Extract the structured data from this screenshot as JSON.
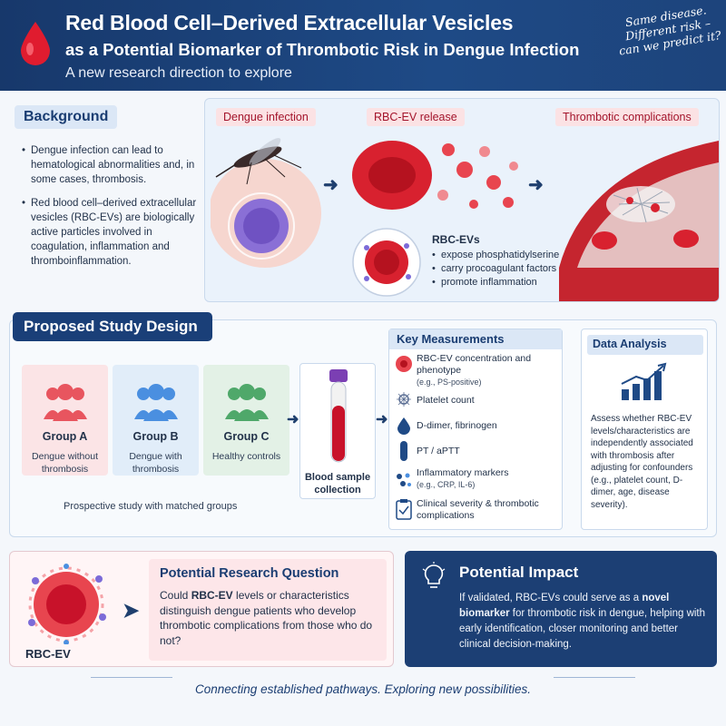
{
  "header": {
    "title_line1": "Red Blood Cell–Derived Extracellular Vesicles",
    "title_line2": "as a Potential Biomarker of Thrombotic Risk in Dengue Infection",
    "subtitle": "A new research direction to explore",
    "tagline": "Same disease. Different risk – can we predict it?"
  },
  "background": {
    "heading": "Background",
    "bullets": [
      "Dengue infection can lead to hematological abnormalities and, in some cases, thrombosis.",
      "Red blood cell–derived extracellular vesicles (RBC-EVs) are biologically active particles involved in coagulation, inflammation and thromboinflammation."
    ]
  },
  "pathway": {
    "stages": [
      "Dengue infection",
      "RBC-EV release",
      "Thrombotic complications"
    ],
    "rbcev_title": "RBC-EVs",
    "rbcev_points": [
      "expose phosphatidylserine",
      "carry procoagulant factors",
      "promote inflammation"
    ]
  },
  "design": {
    "heading": "Proposed Study Design",
    "groups": [
      {
        "name": "Group A",
        "desc": "Dengue without thrombosis",
        "color": "#e8555f"
      },
      {
        "name": "Group B",
        "desc": "Dengue with thrombosis",
        "color": "#4a8fe0"
      },
      {
        "name": "Group C",
        "desc": "Healthy controls",
        "color": "#4fa86a"
      }
    ],
    "prospective": "Prospective study with matched groups",
    "sample_label": "Blood sample collection",
    "measurements_heading": "Key Measurements",
    "measurements": [
      {
        "text": "RBC-EV concentration and phenotype",
        "sub": "(e.g., PS-positive)",
        "icon": "cell-icon"
      },
      {
        "text": "Platelet count",
        "sub": "",
        "icon": "platelet-icon"
      },
      {
        "text": "D-dimer, fibrinogen",
        "sub": "",
        "icon": "drop-icon"
      },
      {
        "text": "PT / aPTT",
        "sub": "",
        "icon": "tube-icon"
      },
      {
        "text": "Inflammatory markers",
        "sub": "(e.g., CRP, IL-6)",
        "icon": "molecule-icon"
      },
      {
        "text": "Clinical severity & thrombotic complications",
        "sub": "",
        "icon": "clipboard-icon"
      }
    ],
    "analysis_heading": "Data Analysis",
    "analysis_text": "Assess whether RBC-EV levels/characteristics are independently associated with thrombosis after adjusting for confounders (e.g., platelet count, D-dimer, age, disease severity)."
  },
  "question": {
    "label": "RBC-EV",
    "title": "Potential Research Question",
    "body_strong": "RBC-EV",
    "body_pre": "Could ",
    "body_post": " levels or characteristics distinguish dengue patients who develop thrombotic complications from those who do not?"
  },
  "impact": {
    "title": "Potential Impact",
    "body_pre": "If validated, RBC-EVs could serve as a ",
    "body_strong": "novel biomarker",
    "body_post": " for thrombotic risk in dengue, helping with early identification, closer monitoring and better clinical decision-making."
  },
  "footer": {
    "text": "Connecting established pathways. Exploring new possibilities."
  },
  "colors": {
    "navy": "#1c3f74",
    "accent_red": "#d7263d",
    "label_blue": "#dbe7f6"
  }
}
